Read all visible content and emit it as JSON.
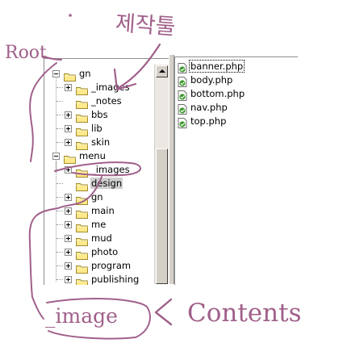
{
  "annotations": {
    "root_label": "Root",
    "korean_label": "제작툴",
    "image_label": "_image",
    "contents_label": "Contents",
    "ink_color": "#a0608a"
  },
  "tree": {
    "items": [
      {
        "label": "gn",
        "toggle": "minus",
        "level": 0
      },
      {
        "label": "_images",
        "toggle": "plus",
        "level": 1
      },
      {
        "label": "_notes",
        "toggle": "none",
        "level": 1
      },
      {
        "label": "bbs",
        "toggle": "plus",
        "level": 1
      },
      {
        "label": "lib",
        "toggle": "plus",
        "level": 1
      },
      {
        "label": "skin",
        "toggle": "plus",
        "level": 1
      },
      {
        "label": "menu",
        "toggle": "minus",
        "level": 0
      },
      {
        "label": "_images",
        "toggle": "plus",
        "level": 1
      },
      {
        "label": "design",
        "toggle": "none",
        "level": 1,
        "selected": true
      },
      {
        "label": "gn",
        "toggle": "plus",
        "level": 1
      },
      {
        "label": "main",
        "toggle": "plus",
        "level": 1
      },
      {
        "label": "me",
        "toggle": "plus",
        "level": 1
      },
      {
        "label": "mud",
        "toggle": "plus",
        "level": 1
      },
      {
        "label": "photo",
        "toggle": "plus",
        "level": 1
      },
      {
        "label": "program",
        "toggle": "plus",
        "level": 1
      },
      {
        "label": "publishing",
        "toggle": "plus",
        "level": 1
      }
    ]
  },
  "files": {
    "items": [
      {
        "label": "banner.php",
        "focused": true
      },
      {
        "label": "body.php"
      },
      {
        "label": "bottom.php"
      },
      {
        "label": "nav.php"
      },
      {
        "label": "top.php"
      }
    ]
  },
  "icons": {
    "folder": "folder-icon",
    "php_file": "php-file-icon",
    "scroll_up": "scroll-up-arrow-icon"
  },
  "colors": {
    "folder_fill": "#ffe98a",
    "folder_stroke": "#a08a30",
    "file_green": "#3a9a2a",
    "selection": "#cfcfcf"
  }
}
